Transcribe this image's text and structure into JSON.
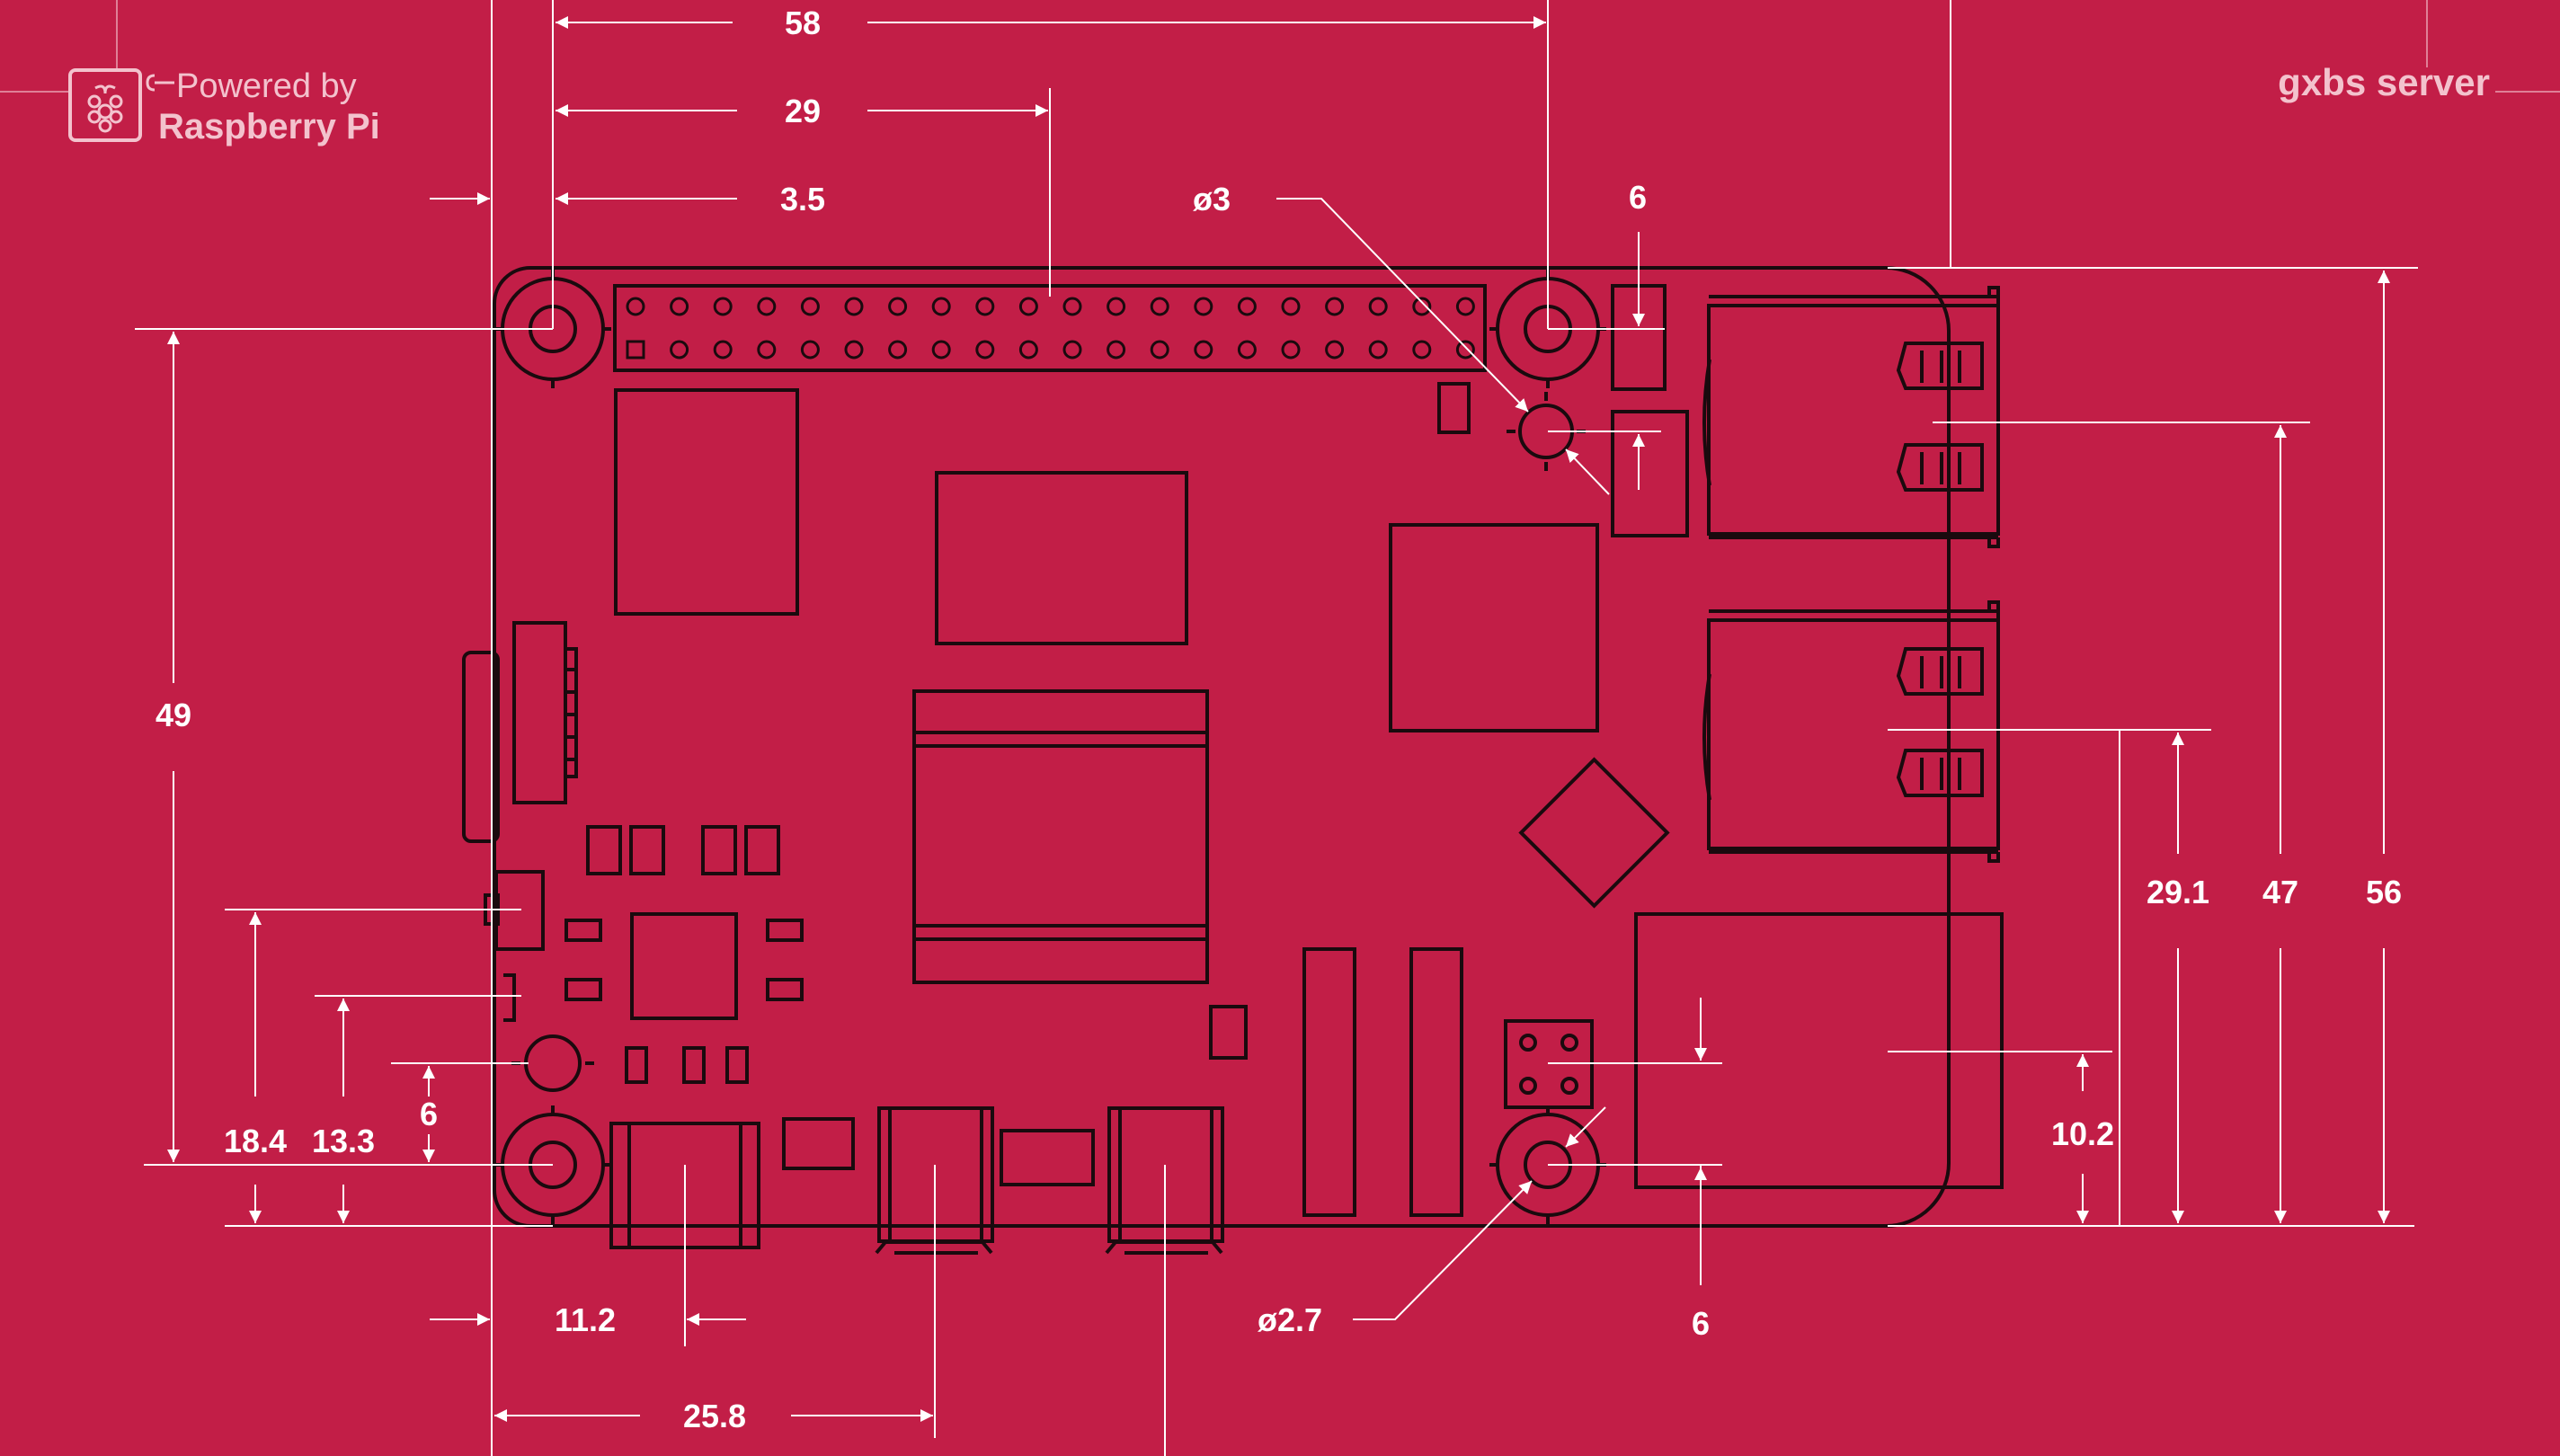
{
  "branding": {
    "powered_by": "Powered by",
    "product": "Raspberry Pi",
    "server_title": "gxbs server",
    "logo_icon": "raspberry-pi-logo-icon"
  },
  "colors": {
    "background": "#c21e47",
    "board_outline": "#1a0a0e",
    "dimension_line": "#ffffff",
    "brand_text": "#f3c2cd"
  },
  "dimensions": {
    "width_58": "58",
    "header_29": "29",
    "mount_3_5": "3.5",
    "hole_dia_3": "ø3",
    "offset_6_top": "6",
    "height_49": "49",
    "height_56": "56",
    "height_47": "47",
    "height_29_1": "29.1",
    "height_10_2": "10.2",
    "height_18_4": "18.4",
    "height_13_3": "13.3",
    "offset_6_left": "6",
    "offset_11_2": "11.2",
    "width_25_8": "25.8",
    "hole_dia_2_7": "ø2.7",
    "offset_6_bottom": "6"
  }
}
